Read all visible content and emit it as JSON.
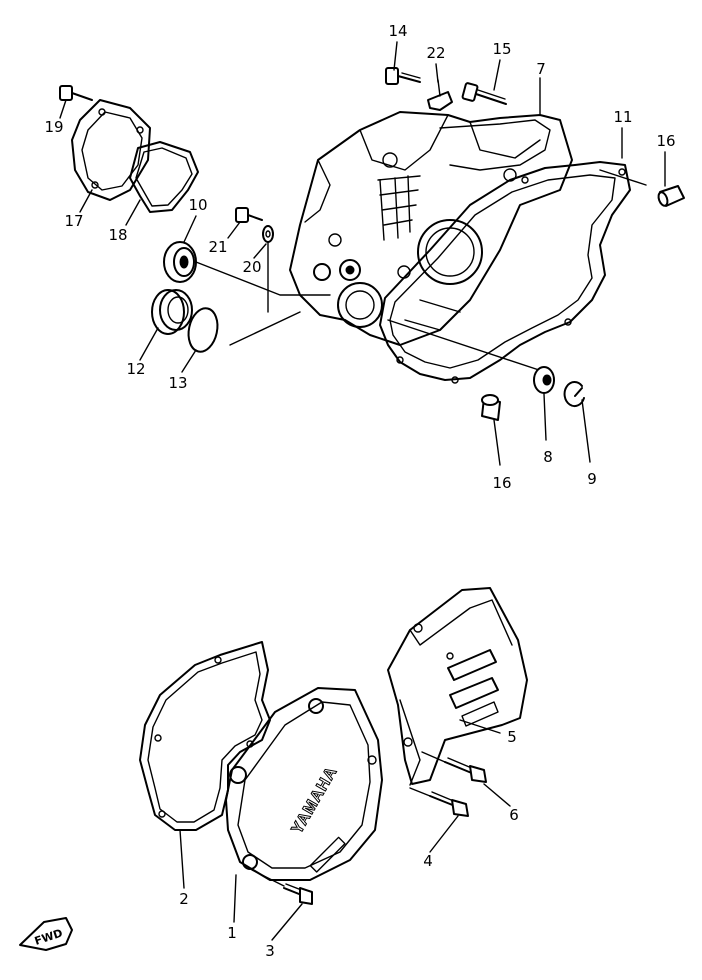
{
  "part_labels": [
    "14",
    "22",
    "15",
    "7",
    "19",
    "11",
    "16",
    "17",
    "18",
    "10",
    "21",
    "20",
    "12",
    "13",
    "16",
    "8",
    "9",
    "5",
    "6",
    "4",
    "2",
    "1",
    "3"
  ],
  "cover_brand": "YAMAHA",
  "direction_marker": "FWD"
}
